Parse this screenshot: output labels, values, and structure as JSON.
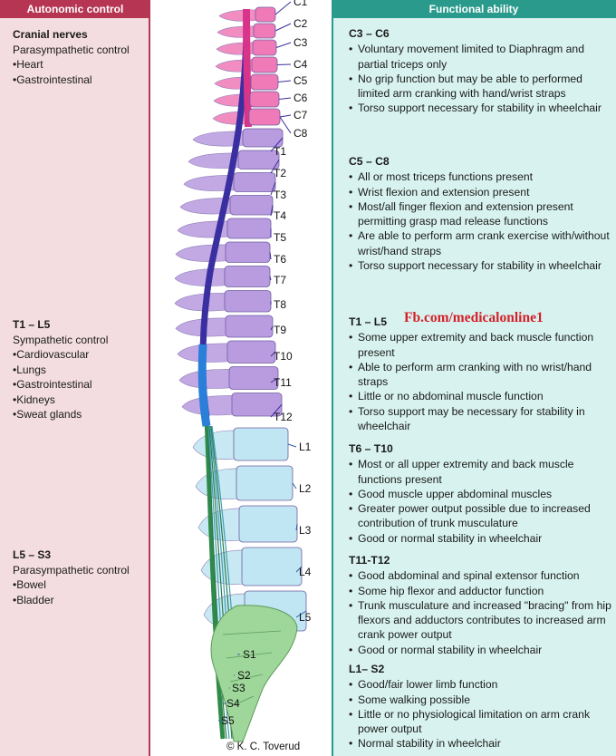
{
  "headers": {
    "left": "Autonomic control",
    "right": "Functional ability"
  },
  "autonomic": [
    {
      "title": "Cranial nerves",
      "subtitle": "Parasympathetic control",
      "items": [
        "Heart",
        "Gastrointestinal"
      ]
    },
    {
      "title": "T1 – L5",
      "subtitle": "Sympathetic control",
      "items": [
        "Cardiovascular",
        "Lungs",
        "Gastrointestinal",
        "Kidneys",
        "Sweat glands"
      ]
    },
    {
      "title": "L5 – S3",
      "subtitle": "Parasympathetic control",
      "items": [
        "Bowel",
        "Bladder"
      ]
    }
  ],
  "functional": [
    {
      "title": "C3 – C6",
      "items": [
        "Voluntary movement limited to Diaphragm and partial triceps only",
        "No grip function but may be able to performed limited arm cranking with hand/wrist straps",
        "Torso support necessary for stability in wheelchair"
      ]
    },
    {
      "title": "C5 – C8",
      "items": [
        "All or most triceps functions present",
        "Wrist flexion and extension present",
        "Most/all finger flexion and extension present permitting grasp mad release functions",
        "Are able to perform arm crank exercise with/without wrist/hand straps",
        "Torso support necessary for stability in wheelchair"
      ]
    },
    {
      "title": "T1 – L5",
      "items": [
        "Some upper extremity and back muscle function present",
        "Able to perform arm cranking with no wrist/hand straps",
        "Little or no abdominal muscle function",
        "Torso support may be necessary for stability in wheelchair"
      ]
    },
    {
      "title": "T6 – T10",
      "items": [
        "Most or all upper extremity and back muscle functions present",
        "Good muscle upper abdominal muscles",
        "Greater power output possible due to increased contribution of trunk musculature",
        "Good or normal stability in wheelchair"
      ]
    },
    {
      "title": "T11-T12",
      "items": [
        "Good abdominal and spinal extensor function",
        "Some hip flexor and adductor function",
        "Trunk musculature and increased \"bracing\" from hip flexors and adductors contributes to increased arm crank power output",
        "Good or normal stability in wheelchair"
      ]
    },
    {
      "title": "L1– S2",
      "items": [
        "Good/fair lower limb function",
        "Some walking possible",
        "Little or no physiological limitation on arm crank power output",
        "Normal stability in wheelchair"
      ]
    }
  ],
  "vertebra_labels": [
    "C1",
    "C2",
    "C3",
    "C4",
    "C5",
    "C6",
    "C7",
    "C8",
    "T1",
    "T2",
    "T3",
    "T4",
    "T5",
    "T6",
    "T7",
    "T8",
    "T9",
    "T10",
    "T11",
    "T12",
    "L1",
    "L2",
    "L3",
    "L4",
    "L5",
    "S1",
    "S2",
    "S3",
    "S4",
    "S5"
  ],
  "watermark": "Fb.com/medicalonline1",
  "credit": "© K. C. Toverud",
  "colors": {
    "cervical": "#f07ab8",
    "thoracic": "#b99be0",
    "lumbar": "#bfe6f2",
    "sacral": "#9fd79a",
    "cord_upper": "#3a2fa0",
    "cord_lower": "#2f8a4a",
    "left_accent": "#b53553",
    "right_accent": "#2a9a8c"
  }
}
